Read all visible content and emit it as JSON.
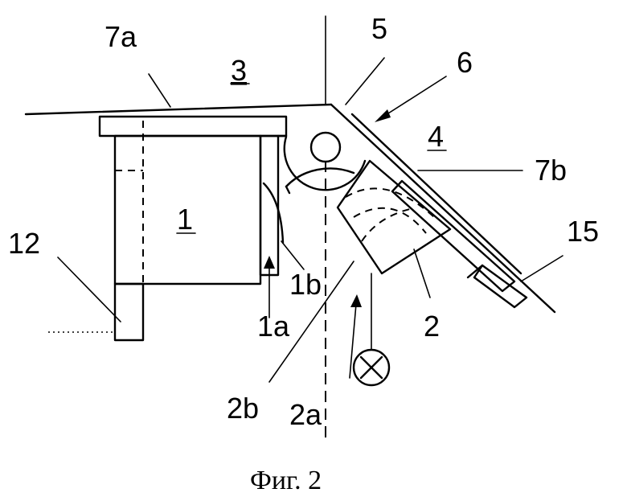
{
  "figure": {
    "caption": "Фиг. 2",
    "labels": {
      "l_7a": "7a",
      "l_3": "3",
      "l_5": "5",
      "l_6": "6",
      "l_4": "4",
      "l_7b": "7b",
      "l_1": "1",
      "l_15": "15",
      "l_12": "12",
      "l_1b": "1b",
      "l_1a": "1a",
      "l_2": "2",
      "l_2b": "2b",
      "l_2a": "2a"
    }
  }
}
